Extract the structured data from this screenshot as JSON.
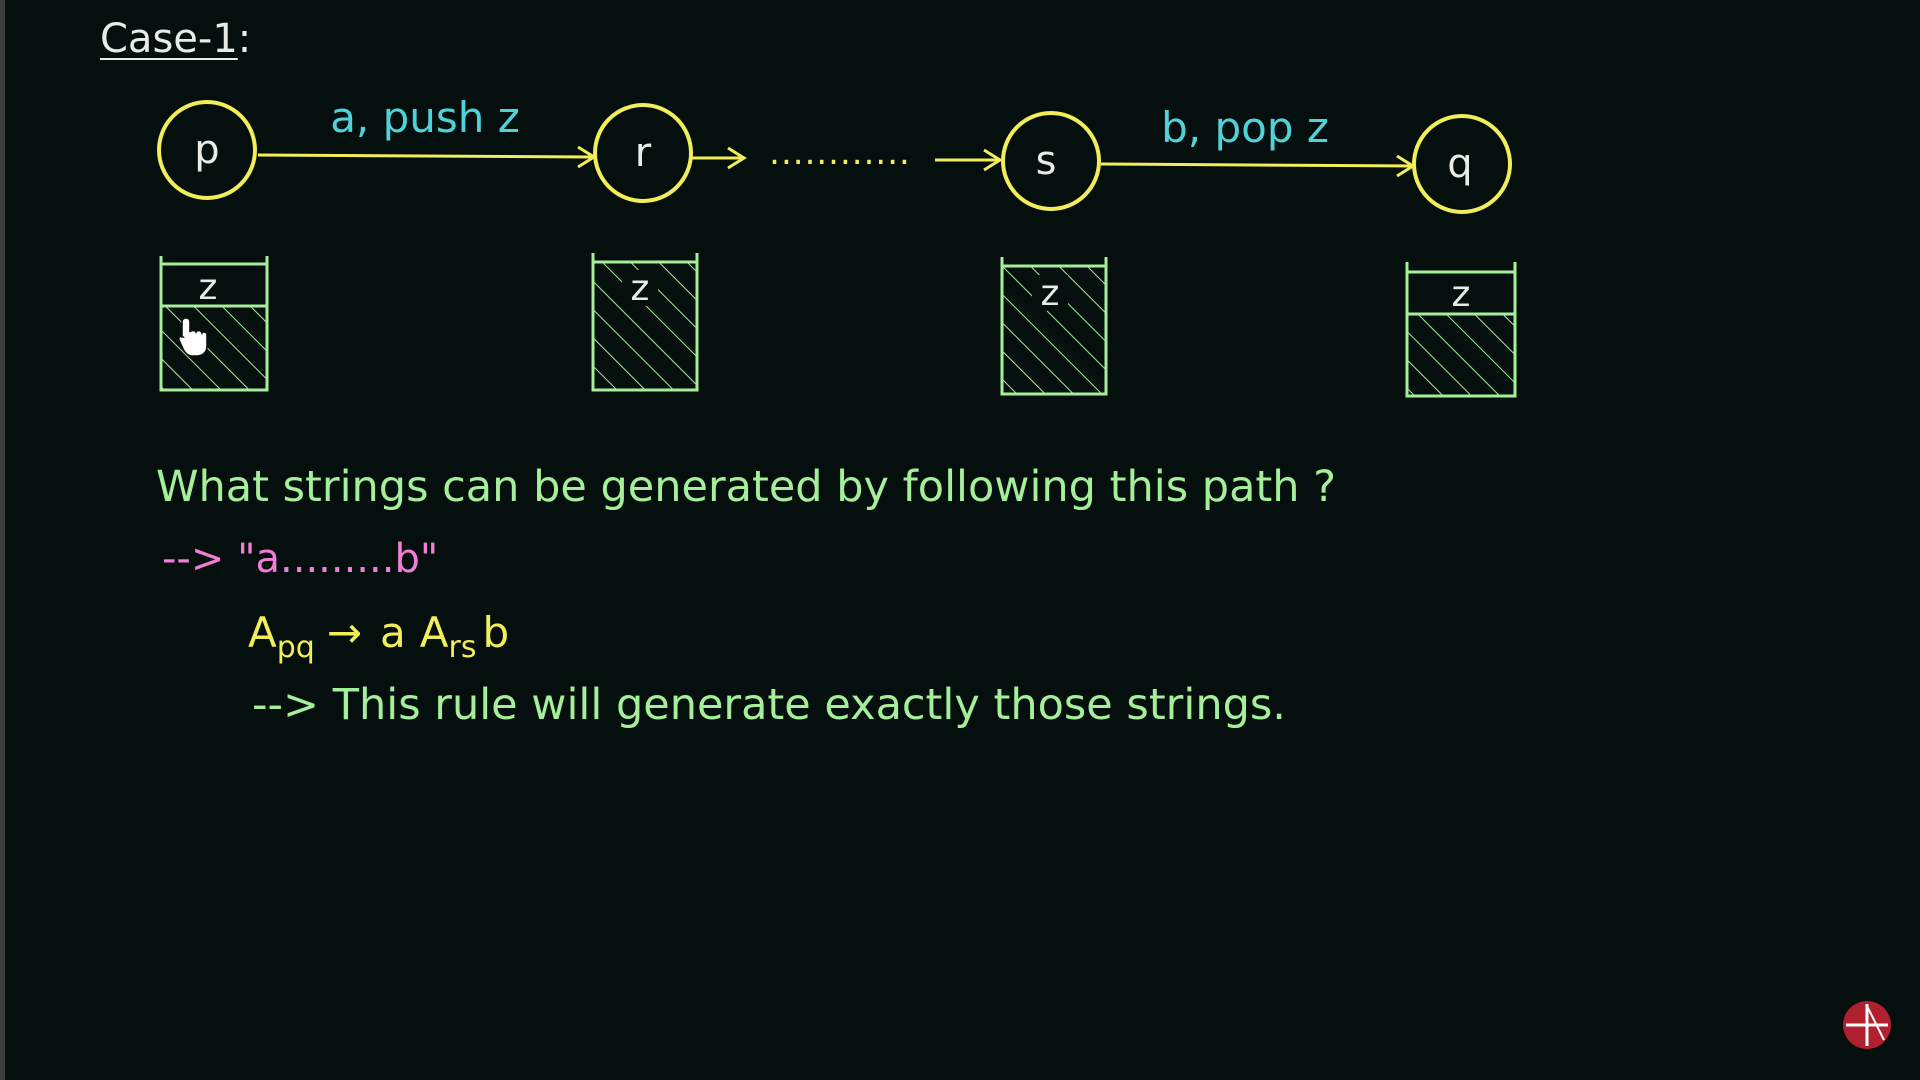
{
  "heading": {
    "text": "Case-1",
    "suffix": ":"
  },
  "states": [
    "p",
    "r",
    "s",
    "q"
  ],
  "edges": {
    "push_label": "a, push z",
    "pop_label": "b, pop z",
    "ellipsis": "............"
  },
  "stacks": [
    "z",
    "z",
    "z",
    "z"
  ],
  "question": "What strings can be generated by following this path ?",
  "answer": "--> \"a.........b\"",
  "rule": {
    "lhs": "A",
    "lhs_sub": "pq",
    "arrow": "→",
    "rhs_a": "a",
    "rhs_A": "A",
    "rhs_sub": "rs",
    "rhs_b": "b"
  },
  "explanation": "--> This rule will generate exactly those strings.",
  "colors": {
    "background": "#050f0d",
    "state_circle": "#f2ee5a",
    "edge_label": "#4fd3d8",
    "stack": "#a6ef9a",
    "question": "#a6ef9a",
    "answer": "#ee7ed6",
    "rule": "#f2ee5a"
  },
  "icons": {
    "cursor": "hand-pointer-icon",
    "logo": "channel-logo-icon"
  }
}
